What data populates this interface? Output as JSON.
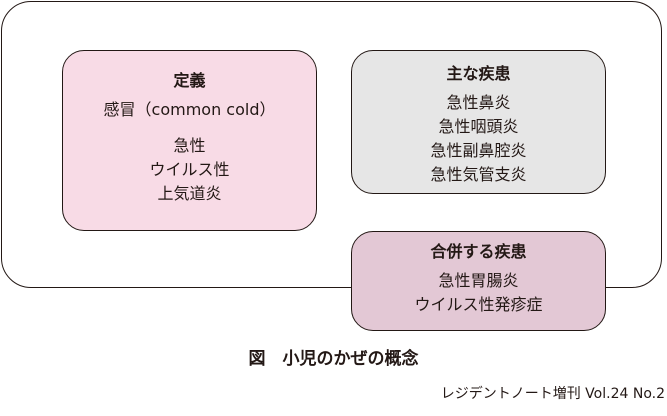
{
  "definition": {
    "title": "定義",
    "term": "感冒（common cold）",
    "lines": [
      "急性",
      "ウイルス性",
      "上気道炎"
    ]
  },
  "main_diseases": {
    "title": "主な疾患",
    "items": [
      "急性鼻炎",
      "急性咽頭炎",
      "急性副鼻腔炎",
      "急性気管支炎"
    ]
  },
  "complications": {
    "title": "合併する疾患",
    "items": [
      "急性胃腸炎",
      "ウイルス性発疹症"
    ]
  },
  "caption": "図　小児のかぜの概念",
  "credit": "レジデントノート増刊 Vol.24 No.2",
  "colors": {
    "definition_bg": "#f8dbe6",
    "main_bg": "#e6e6e6",
    "complication_bg": "#e3c8d5"
  }
}
